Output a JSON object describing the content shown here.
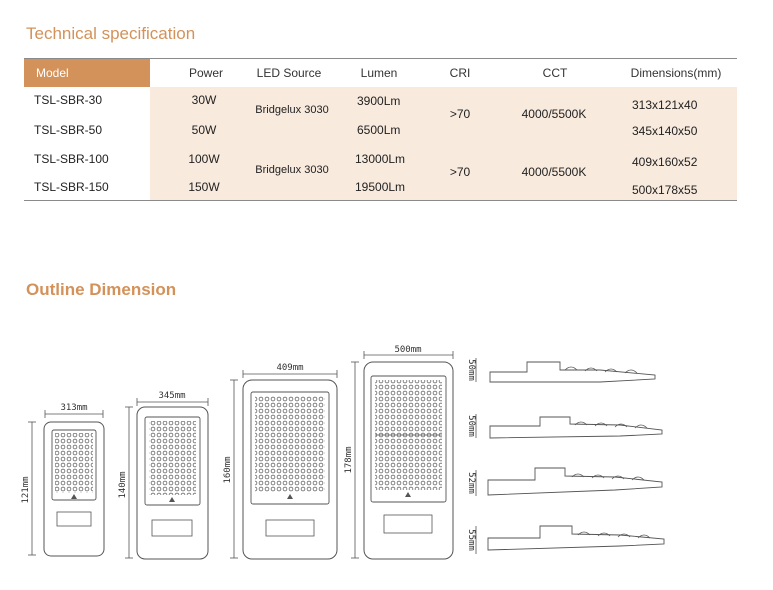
{
  "sections": {
    "spec_title": "Technical specification",
    "outline_title": "Outline Dimension"
  },
  "table": {
    "headers": [
      "Model",
      "Power",
      "LED Source",
      "Lumen",
      "CRI",
      "CCT",
      "Dimensions(mm)"
    ],
    "rows": [
      {
        "model": "TSL-SBR-30",
        "power": "30W",
        "lumen": "3900Lm",
        "dimensions": "313x121x40"
      },
      {
        "model": "TSL-SBR-50",
        "power": "50W",
        "lumen": "6500Lm",
        "dimensions": "345x140x50"
      },
      {
        "model": "TSL-SBR-100",
        "power": "100W",
        "lumen": "13000Lm",
        "dimensions": "409x160x52"
      },
      {
        "model": "TSL-SBR-150",
        "power": "150W",
        "lumen": "19500Lm",
        "dimensions": "500x178x55"
      }
    ],
    "groups": [
      {
        "led_source": "Bridgelux 3030",
        "cri": ">70",
        "cct": "4000/5500K"
      },
      {
        "led_source": "Bridgelux 3030",
        "cri": ">70",
        "cct": "4000/5500K"
      }
    ]
  },
  "outline": {
    "widths": [
      "313mm",
      "345mm",
      "409mm",
      "500mm"
    ],
    "heights": [
      "121mm",
      "140mm",
      "160mm",
      "178mm"
    ],
    "thicknesses": [
      "50mm",
      "50mm",
      "52mm",
      "55mm"
    ]
  },
  "colors": {
    "accent": "#d3925a",
    "band": "#f8eadd",
    "rule": "#8a8a8a",
    "drawing_line": "#555555"
  }
}
